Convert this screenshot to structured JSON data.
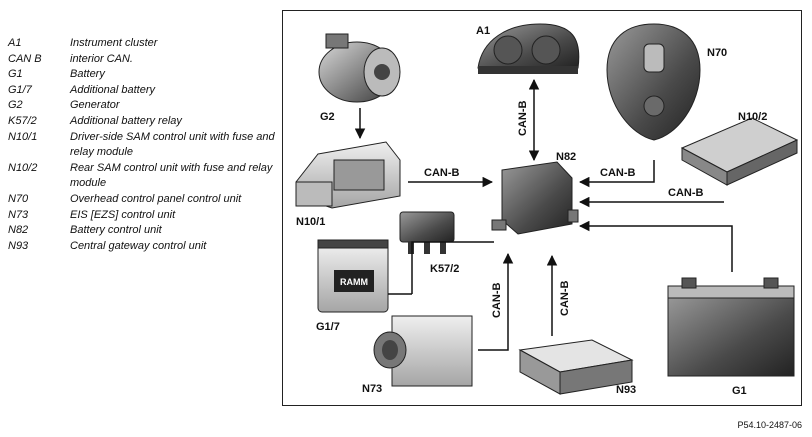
{
  "legend": [
    {
      "code": "A1",
      "desc": "Instrument cluster"
    },
    {
      "code": "CAN B",
      "desc": "interior CAN."
    },
    {
      "code": "G1",
      "desc": "Battery"
    },
    {
      "code": "G1/7",
      "desc": "Additional battery"
    },
    {
      "code": "G2",
      "desc": "Generator"
    },
    {
      "code": "K57/2",
      "desc": "Additional battery relay"
    },
    {
      "code": "N10/1",
      "desc": "Driver-side SAM control unit with fuse and relay module"
    },
    {
      "code": "N10/2",
      "desc": "Rear SAM control unit with fuse and relay module"
    },
    {
      "code": "N70",
      "desc": "Overhead control panel control unit"
    },
    {
      "code": "N73",
      "desc": "EIS [EZS] control unit"
    },
    {
      "code": "N82",
      "desc": "Battery control unit"
    },
    {
      "code": "N93",
      "desc": "Central gateway control unit"
    }
  ],
  "components": {
    "A1": "A1",
    "G2": "G2",
    "N70": "N70",
    "N10_2": "N10/2",
    "N10_1": "N10/1",
    "N82": "N82",
    "K57_2": "K57/2",
    "G1_7": "G1/7",
    "N73": "N73",
    "N93": "N93",
    "G1": "G1",
    "battery_brand": "RAMM"
  },
  "bus_labels": {
    "a1_link": "CAN-B",
    "n10_1_link": "CAN-B",
    "n70_link": "CAN-B",
    "n10_2_link": "CAN-B",
    "n73_link": "CAN-B",
    "n93_link": "CAN-B"
  },
  "figure_ref": "P54.10-2487-06"
}
